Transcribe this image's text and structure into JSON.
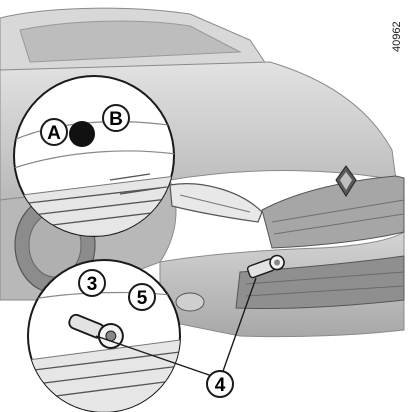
{
  "reference_number": "40962",
  "inset_top": {
    "labels": [
      "A",
      "B"
    ]
  },
  "inset_bottom": {
    "labels": [
      "3",
      "5"
    ]
  },
  "pointer_label": "4",
  "colors": {
    "car_body": "#c9c9c9",
    "car_shadow": "#9a9a9a",
    "outline": "#1a1a1a",
    "callout_fill": "#ffffff",
    "grille": "#6e6e6e",
    "hole": "#111111"
  }
}
